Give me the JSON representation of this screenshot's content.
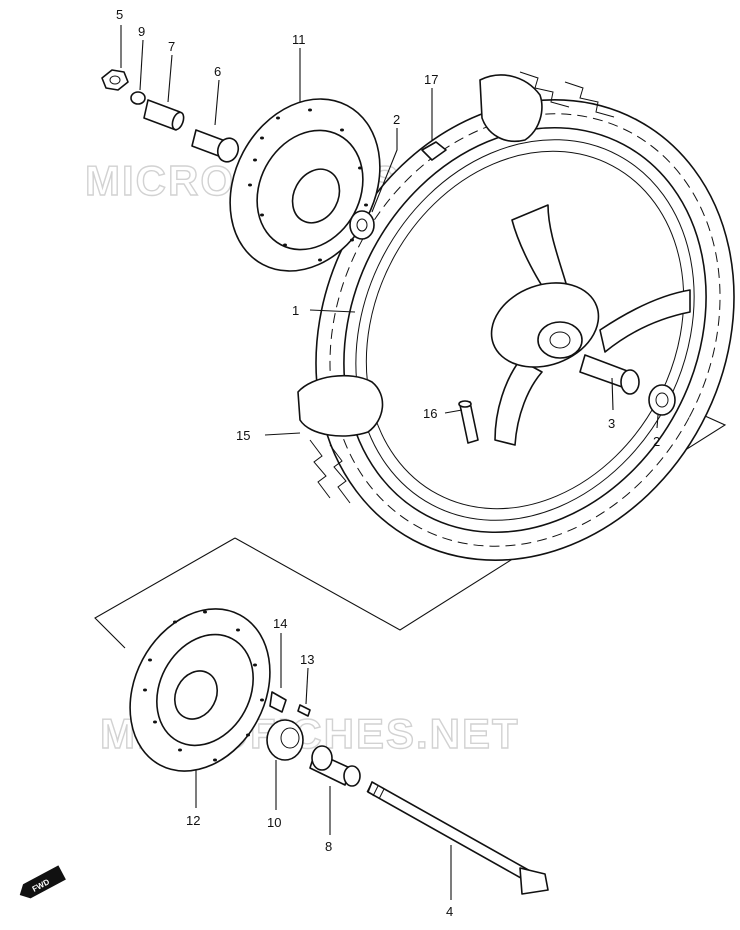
{
  "diagram": {
    "watermark_text": "MICROFICHES.NET",
    "fwd_label": "FWD",
    "callouts": [
      {
        "id": "c5",
        "text": "5"
      },
      {
        "id": "c9",
        "text": "9"
      },
      {
        "id": "c7",
        "text": "7"
      },
      {
        "id": "c6",
        "text": "6"
      },
      {
        "id": "c11",
        "text": "11"
      },
      {
        "id": "c17",
        "text": "17"
      },
      {
        "id": "c2a",
        "text": "2"
      },
      {
        "id": "c1",
        "text": "1"
      },
      {
        "id": "c16",
        "text": "16"
      },
      {
        "id": "c15",
        "text": "15"
      },
      {
        "id": "c3",
        "text": "3"
      },
      {
        "id": "c2b",
        "text": "2"
      },
      {
        "id": "c14",
        "text": "14"
      },
      {
        "id": "c13",
        "text": "13"
      },
      {
        "id": "c12",
        "text": "12"
      },
      {
        "id": "c10",
        "text": "10"
      },
      {
        "id": "c8",
        "text": "8"
      },
      {
        "id": "c4",
        "text": "4"
      }
    ]
  }
}
